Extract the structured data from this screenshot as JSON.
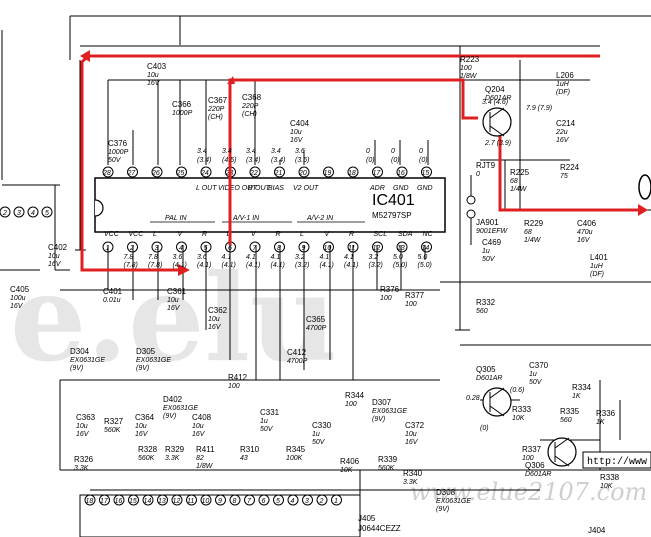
{
  "ic": {
    "name": "IC401",
    "part": "M52797SP",
    "top_labels": [
      "L OUT",
      "VIDEO OUT",
      "R OUT",
      "BIAS",
      "V2 OUT",
      "ADR",
      "GND",
      "GND"
    ],
    "bottom_labels": [
      "VCC",
      "VCC",
      "L",
      "V",
      "R",
      "L",
      "V",
      "R",
      "L",
      "V",
      "R",
      "SCL",
      "SDA",
      "NC"
    ],
    "group_labels": [
      "PAL IN",
      "A/V-1 IN",
      "A/V-2 IN"
    ],
    "top_pins": [
      "28",
      "27",
      "26",
      "25",
      "24",
      "23",
      "22",
      "21",
      "20",
      "19",
      "18",
      "17",
      "16",
      "15"
    ],
    "bottom_pins": [
      "1",
      "2",
      "3",
      "4",
      "5",
      "6",
      "7",
      "8",
      "9",
      "10",
      "11",
      "12",
      "13",
      "14"
    ],
    "top_voltages": [
      "3.4 (3.4)",
      "3.4 (4.5)",
      "3.4 (3.4)",
      "3.4 (3.4)",
      "3.6 (3.6)",
      "0 (0)",
      "0 (0)",
      "0 (0)"
    ],
    "bottom_voltages": [
      "7.8 (7.8)",
      "7.8 (7.8)",
      "3.6 (4.1)",
      "3.6 (4.1)",
      "4.1 (4.1)",
      "4.1 (4.1)",
      "4.1 (4.1)",
      "3.2 (3.2)",
      "4.1 (4.1)",
      "4.1 (4.1)",
      "3.2 (3.2)",
      "5.0 (5.0)",
      "5.0 (5.0)"
    ]
  },
  "components": [
    {
      "ref": "C403",
      "value": "10u 16V"
    },
    {
      "ref": "C366",
      "value": "1000P"
    },
    {
      "ref": "C367",
      "value": "220P (CH)"
    },
    {
      "ref": "C368",
      "value": "220P (CH)"
    },
    {
      "ref": "C404",
      "value": "10u 16V"
    },
    {
      "ref": "C376",
      "value": "1000P 50V"
    },
    {
      "ref": "C402",
      "value": "10u 16V"
    },
    {
      "ref": "C405",
      "value": "100u 16V"
    },
    {
      "ref": "C401",
      "value": "0.01u"
    },
    {
      "ref": "C361",
      "value": "10u 16V"
    },
    {
      "ref": "C362",
      "value": "10u 16V"
    },
    {
      "ref": "C365",
      "value": "4700P"
    },
    {
      "ref": "R376",
      "value": "100"
    },
    {
      "ref": "R377",
      "value": "100"
    },
    {
      "ref": "R332",
      "value": "560"
    },
    {
      "ref": "R223",
      "value": "100 1/8W"
    },
    {
      "ref": "Q204",
      "value": "D601AR"
    },
    {
      "ref": "L206",
      "value": "1uH (DF)"
    },
    {
      "ref": "C214",
      "value": "22u 16V"
    },
    {
      "ref": "R224",
      "value": "75"
    },
    {
      "ref": "R225",
      "value": "68 1/4W"
    },
    {
      "ref": "RJT9",
      "value": "0"
    },
    {
      "ref": "JA901",
      "value": "9001EFW"
    },
    {
      "ref": "C469",
      "value": "1u 50V"
    },
    {
      "ref": "R229",
      "value": "68 1/4W"
    },
    {
      "ref": "C406",
      "value": "470u 16V"
    },
    {
      "ref": "L401",
      "value": "1uH (DF)"
    },
    {
      "ref": "D304",
      "value": "EX0631GE (9V)"
    },
    {
      "ref": "D305",
      "value": "EX0631GE (9V)"
    },
    {
      "ref": "D402",
      "value": "EX0631GE (9V)"
    },
    {
      "ref": "R412",
      "value": "100"
    },
    {
      "ref": "C412",
      "value": "4700P"
    },
    {
      "ref": "C363",
      "value": "10u 16V"
    },
    {
      "ref": "R327",
      "value": "560K"
    },
    {
      "ref": "C364",
      "value": "10u 16V"
    },
    {
      "ref": "R328",
      "value": "560K"
    },
    {
      "ref": "R329",
      "value": "3.3K"
    },
    {
      "ref": "C408",
      "value": "10u 16V"
    },
    {
      "ref": "R411",
      "value": "82 1/8W"
    },
    {
      "ref": "C331",
      "value": "1u 50V"
    },
    {
      "ref": "R326",
      "value": "3.3K"
    },
    {
      "ref": "R310",
      "value": "43"
    },
    {
      "ref": "R345",
      "value": "100K"
    },
    {
      "ref": "C330",
      "value": "1u 50V"
    },
    {
      "ref": "R344",
      "value": "100"
    },
    {
      "ref": "D307",
      "value": "EX0631GE (9V)"
    },
    {
      "ref": "C372",
      "value": "10u 16V"
    },
    {
      "ref": "R406",
      "value": "10K"
    },
    {
      "ref": "R339",
      "value": "560K"
    },
    {
      "ref": "R340",
      "value": "3.3K"
    },
    {
      "ref": "D308",
      "value": "EX0631GE (9V)"
    },
    {
      "ref": "Q305",
      "value": "D601AR"
    },
    {
      "ref": "R333",
      "value": "10K"
    },
    {
      "ref": "C370",
      "value": "1u 50V"
    },
    {
      "ref": "R334",
      "value": "1K"
    },
    {
      "ref": "R335",
      "value": "560"
    },
    {
      "ref": "R336",
      "value": "1K"
    },
    {
      "ref": "R337",
      "value": "100"
    },
    {
      "ref": "Q306",
      "value": "D601AR"
    },
    {
      "ref": "R338",
      "value": "10K"
    }
  ],
  "transistor_voltages": {
    "q204": [
      "3.4 (4.6)",
      "7.9 (7.9)",
      "2.7 (3.9)"
    ],
    "q305": [
      "(0.6)",
      "0.28",
      "(0)"
    ]
  },
  "connectors": {
    "j405": [
      "J405",
      "J0644CEZZ"
    ],
    "j404": "J404",
    "left_pins": [
      "2",
      "3",
      "4",
      "5"
    ]
  },
  "watermark": {
    "big": "e.elu",
    "url": "www.elue2107.com",
    "url_box": "http://www"
  }
}
